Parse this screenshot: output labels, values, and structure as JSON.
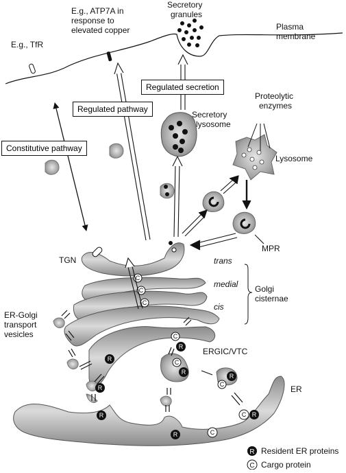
{
  "labels": {
    "eg_tfr": "E.g., TfR",
    "eg_atp7a_1": "E.g., ATP7A in",
    "eg_atp7a_2": "response to",
    "eg_atp7a_3": "elevated copper",
    "secretory_granules_1": "Secretory",
    "secretory_granules_2": "granules",
    "plasma_membrane_1": "Plasma",
    "plasma_membrane_2": "membrane",
    "regulated_secretion": "Regulated secretion",
    "regulated_pathway": "Regulated pathway",
    "constitutive_pathway": "Constitutive pathway",
    "secretory_lysosome_1": "Secretory",
    "secretory_lysosome_2": "lysosome",
    "proteolytic_1": "Proteolytic",
    "proteolytic_2": "enzymes",
    "lysosome": "Lysosome",
    "mpr": "MPR",
    "tgn": "TGN",
    "trans": "trans",
    "medial": "medial",
    "cis": "cis",
    "golgi_1": "Golgi",
    "golgi_2": "cisternae",
    "ergolgi_1": "ER-Golgi",
    "ergolgi_2": "transport",
    "ergolgi_3": "vesicles",
    "ergic": "ERGIC/VTC",
    "er": "ER"
  },
  "legend": {
    "resident_symbol": "R",
    "resident_label": "Resident ER proteins",
    "cargo_symbol": "C",
    "cargo_label": "Cargo protein"
  },
  "colors": {
    "organelle_fill": "#a9a9a9",
    "organelle_light": "#d4d4d4",
    "stroke": "#111111"
  }
}
